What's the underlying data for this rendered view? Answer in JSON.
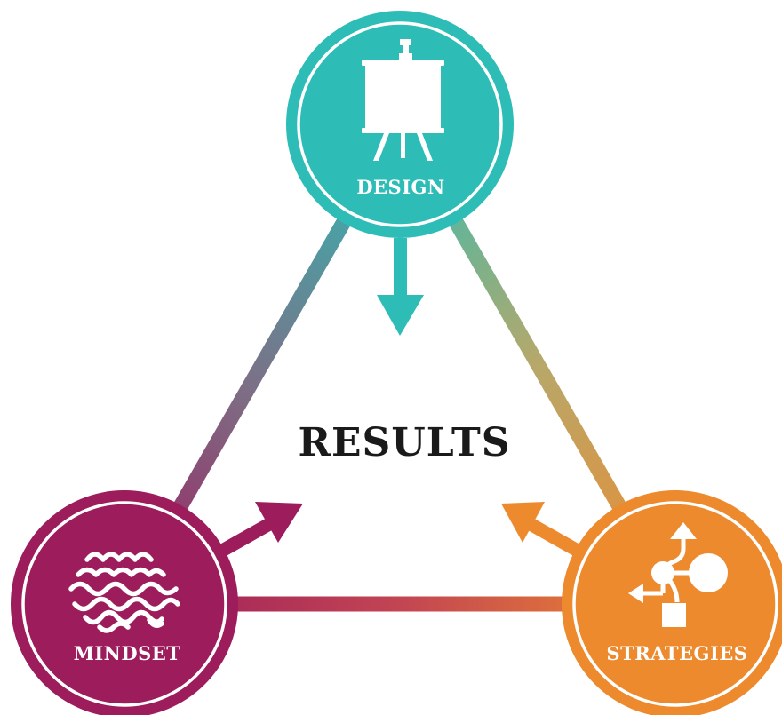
{
  "center": {
    "label": "RESULTS"
  },
  "nodes": {
    "design": {
      "label": "DESIGN",
      "icon": "easel-icon",
      "color": "#2dbdb6"
    },
    "mindset": {
      "label": "MINDSET",
      "icon": "brain-icon",
      "color": "#9c1c5c"
    },
    "strategies": {
      "label": "STRATEGIES",
      "icon": "flowchart-icon",
      "color": "#ee8a2e"
    }
  }
}
